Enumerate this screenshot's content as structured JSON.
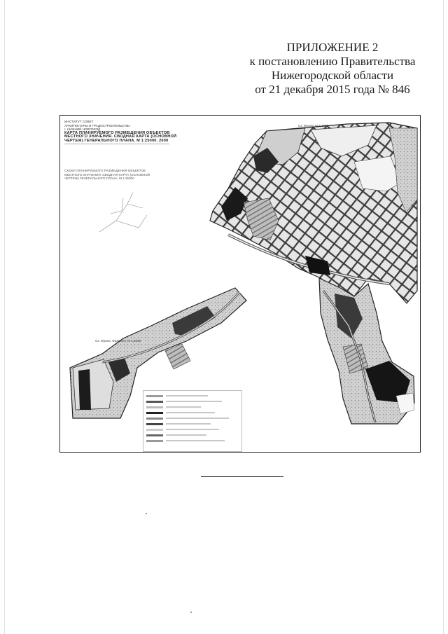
{
  "header": {
    "line1": "ПРИЛОЖЕНИЕ 2",
    "line2": "к постановлению Правительства",
    "line3": "Нижегородской области",
    "line4": "от 21 декабря 2015 года № 846"
  },
  "map": {
    "org_lines": [
      "ИНСТИТУТ СОВЕТ",
      "АРХИТЕКТУРЫ И ГРАДОСТРОИТЕЛЬСТВА",
      "г. НИЖНИЙ НОВГОРОД"
    ],
    "title_lines": [
      "КАРТА ПЛАНИРУЕМОГО РАЗМЕЩЕНИЯ ОБЪЕКТОВ",
      "МЕСТНОГО ЗНАЧЕНИЯ. СВОДНАЯ КАРТА (ОСНОВНОЙ",
      "ЧЕРТЕЖ) ГЕНЕРАЛЬНОГО ПЛАНА. М 1:25000. 2000"
    ],
    "inset_caption_lines": [
      "СХЕМА ПЛАНИРУЕМОГО РАЗМЕЩЕНИЯ ОБЪЕКТОВ",
      "МЕСТНОГО ЗНАЧЕНИЯ. СВОДНАЯ КАРТА (ОСНОВНОЙ",
      "ЧЕРТЕЖ) ГЕНЕРАЛЬНОГО ПЛАНА. М 1:25000"
    ],
    "scale_top": "Сх. Фрагм. М 1:2000",
    "scale_bottom": "Сх. Фрагм. Фрагмент М 1:2000"
  }
}
